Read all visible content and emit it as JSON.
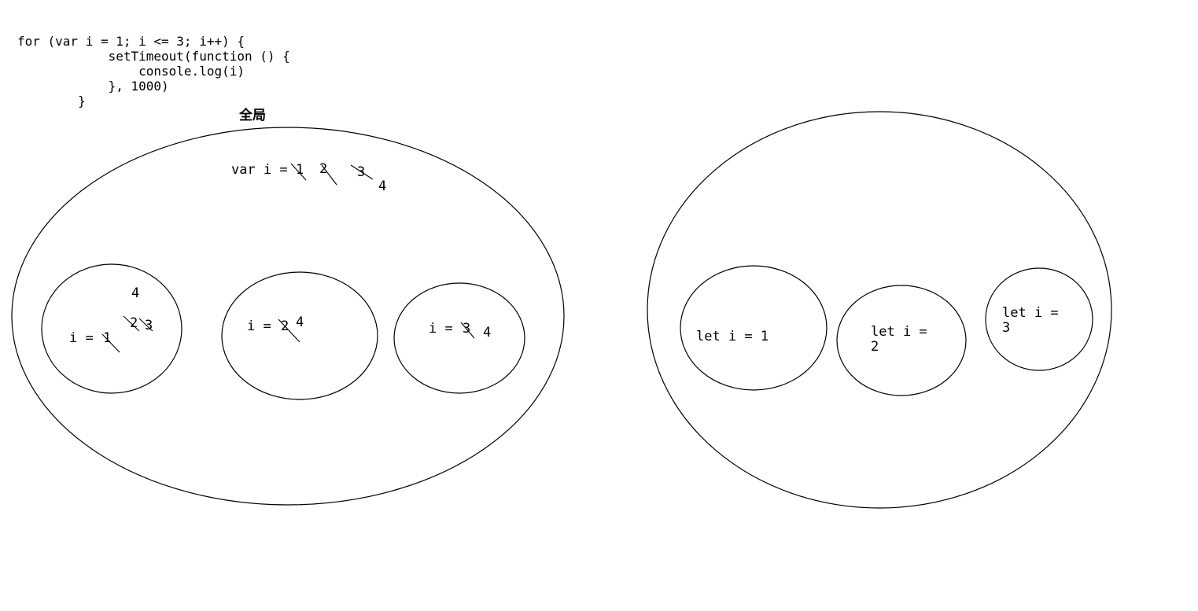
{
  "code": {
    "lines": [
      "for (var i = 1; i <= 3; i++) {",
      "            setTimeout(function () {",
      "                console.log(i)",
      "            }, 1000)",
      "        }"
    ]
  },
  "left_diagram": {
    "scope_title": "全局",
    "global_var": {
      "prefix": "var i =",
      "values": [
        "1",
        "2",
        "3",
        "4"
      ]
    },
    "closures": [
      {
        "prefix": "i =",
        "values": [
          "1",
          "2",
          "3",
          "4"
        ]
      },
      {
        "prefix": "i =",
        "values": [
          "2",
          "4"
        ]
      },
      {
        "prefix": "i =",
        "values": [
          "3",
          "4"
        ]
      }
    ]
  },
  "right_diagram": {
    "blocks": [
      {
        "line1": "let i = 1",
        "line2": ""
      },
      {
        "line1": "let i =",
        "line2": "2"
      },
      {
        "line1": "let i =",
        "line2": "3"
      }
    ]
  }
}
